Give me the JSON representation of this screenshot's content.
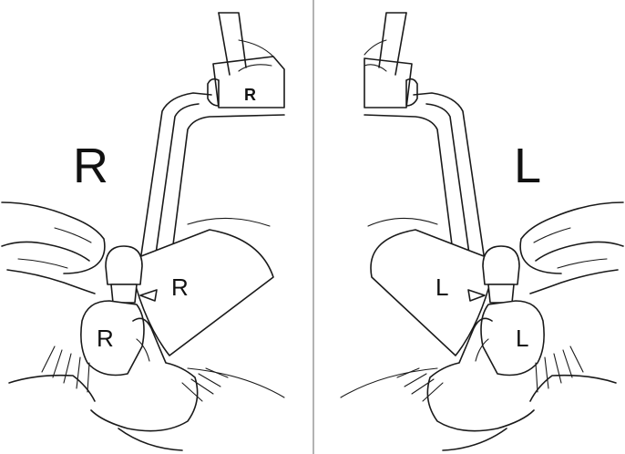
{
  "panels": [
    {
      "side": "right",
      "big_label": "R",
      "pad_label": "R",
      "spacer_label": "R",
      "stamp_label": "R"
    },
    {
      "side": "left",
      "big_label": "L",
      "pad_label": "L",
      "spacer_label": "L"
    }
  ],
  "colors": {
    "line": "#1a1a1a",
    "background": "#ffffff",
    "divider": "#9a9a9a"
  }
}
